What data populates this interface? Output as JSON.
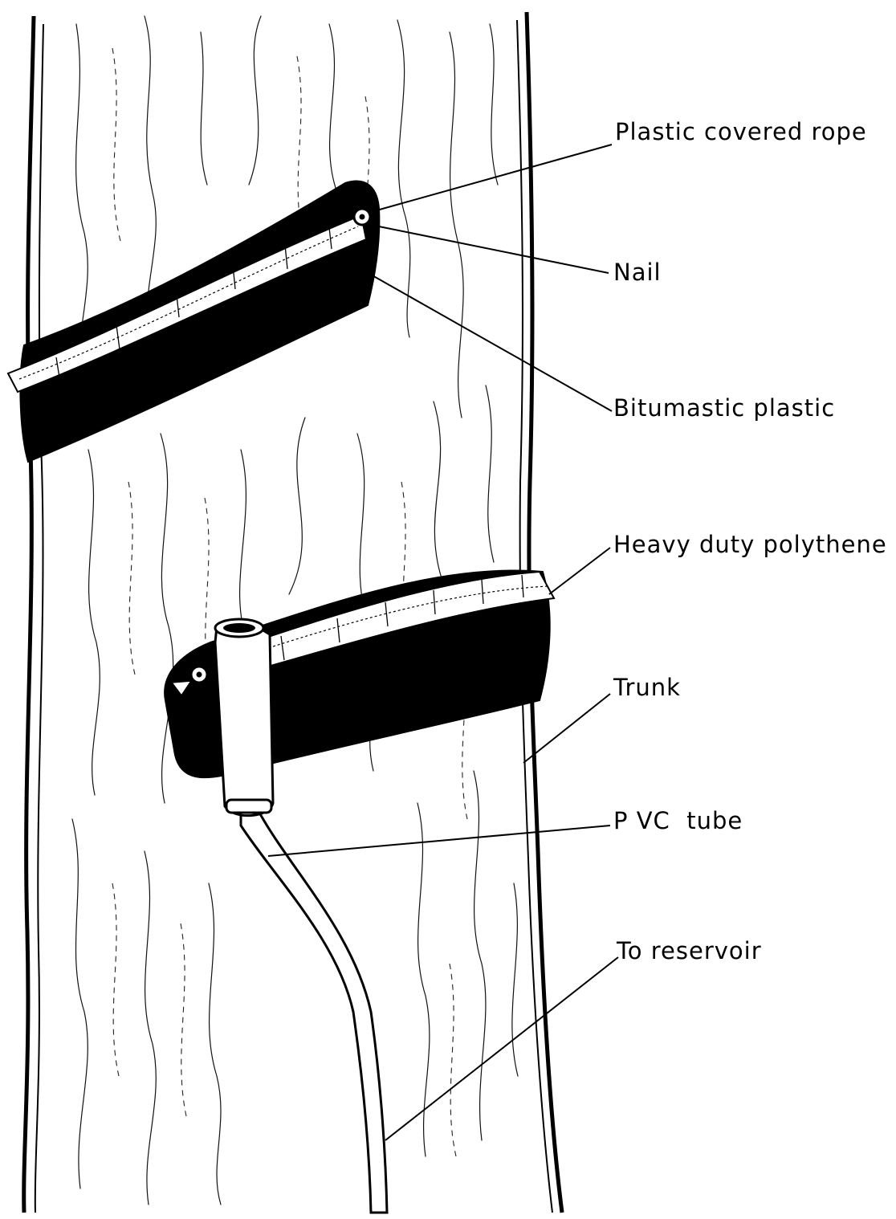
{
  "labels": {
    "rope": "Plastic covered rope",
    "nail": "Nail",
    "bitumastic": "Bitumastic plastic",
    "polythene": "Heavy duty polythene",
    "trunk": "Trunk",
    "pvc": "P VC  tube",
    "reservoir": "To reservoir"
  }
}
